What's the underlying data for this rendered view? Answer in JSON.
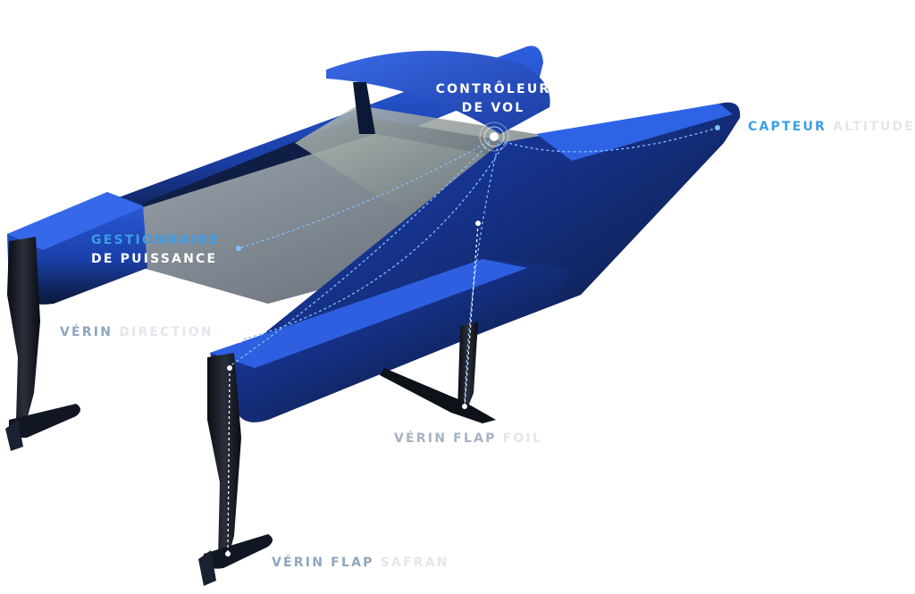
{
  "labels": {
    "controller_line1": "CONTRÔLEUR",
    "controller_line2": "DE VOL",
    "sensor_strong": "CAPTEUR",
    "sensor_light": "ALTITUDE",
    "power_line1": "GESTIONNAIRE",
    "power_line2": "DE PUISSANCE",
    "steering_strong": "VÉRIN",
    "steering_light": "DIRECTION",
    "foil_strong": "VÉRIN FLAP",
    "foil_light": "FOIL",
    "rudder_strong": "VÉRIN FLAP",
    "rudder_light": "SAFRAN"
  },
  "colors": {
    "hull_blue": "#1f4fd0",
    "hull_dark": "#0b1a3a",
    "deck_grey": "#7e8690",
    "leader_line": "#7fc0ff",
    "accent": "#3d9de6"
  }
}
